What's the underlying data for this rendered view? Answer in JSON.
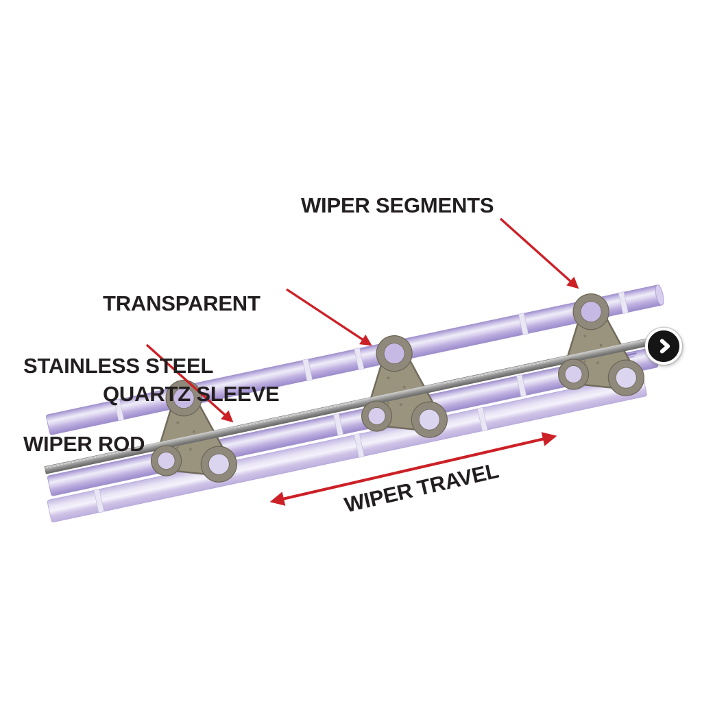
{
  "diagram": {
    "labels": {
      "wiper_segments": "WIPER SEGMENTS",
      "quartz": {
        "line1": "TRANSPARENT",
        "line2": "QUARTZ SLEEVE"
      },
      "rod": {
        "line1": "STAINLESS STEEL",
        "line2": "WIPER ROD"
      },
      "wiper_travel": "WIPER TRAVEL"
    },
    "colors": {
      "background": "#ffffff",
      "label_text": "#231f20",
      "arrow_red": "#cc2027",
      "quartz_sleeve_purple": "#c3b6e2",
      "quartz_sleeve_highlight": "#f1eff9",
      "wiper_rod_gray": "#8f8f8f",
      "wiper_segment_gray": "#9a947f",
      "next_button_bg": "#151515",
      "next_button_icon": "#ffffff"
    }
  },
  "carousel": {
    "next_button": {
      "icon": "chevron-right"
    }
  }
}
